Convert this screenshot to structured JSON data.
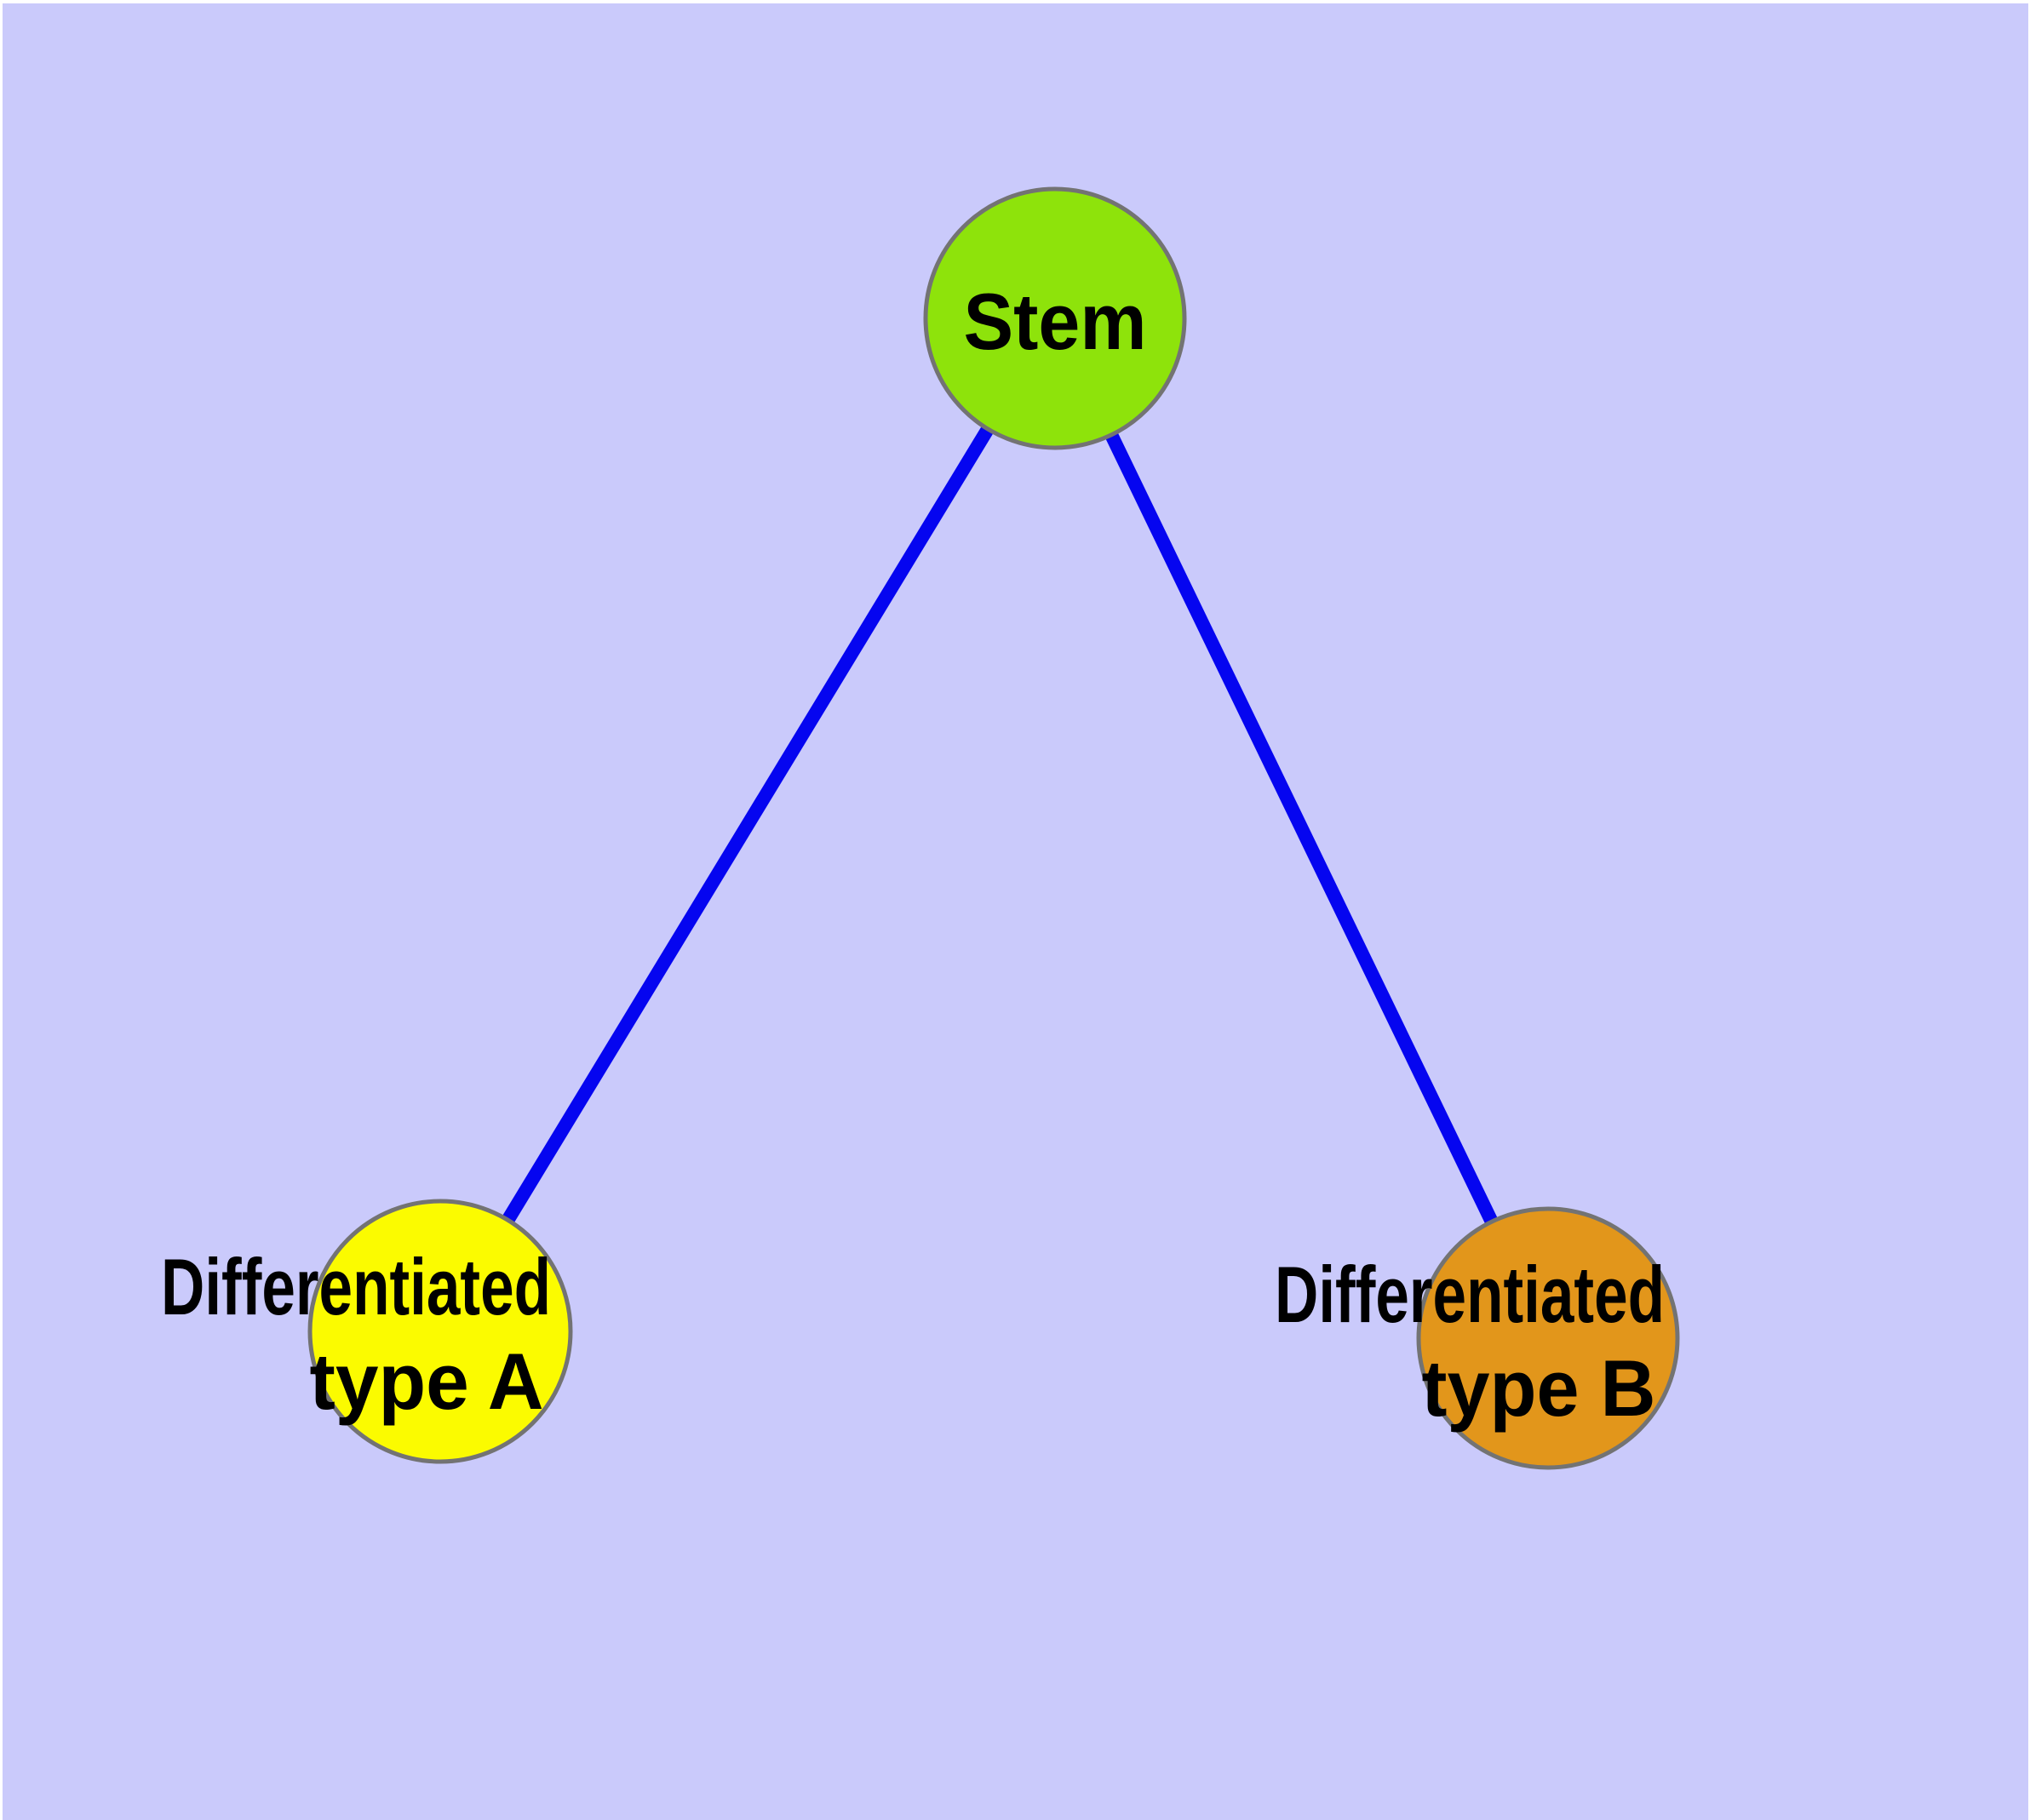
{
  "figure": {
    "background_color": "#cacafb",
    "frame_color": "#ffffff",
    "edge_color": "#0505f0",
    "node_border_color": "#737373",
    "label_color": "#000000",
    "nodes": [
      {
        "id": "stem",
        "lines": [
          "Stem"
        ],
        "fill": "#8ee30b"
      },
      {
        "id": "differentiated-type-a",
        "lines": [
          "Differentiated",
          "type A"
        ],
        "fill": "#fbfb00"
      },
      {
        "id": "differentiated-type-b",
        "lines": [
          "Differentiated",
          "type B"
        ],
        "fill": "#e2961b"
      }
    ],
    "edges": [
      {
        "from": "Stem",
        "to": "Differentiated type A"
      },
      {
        "from": "Stem",
        "to": "Differentiated type B"
      }
    ]
  }
}
